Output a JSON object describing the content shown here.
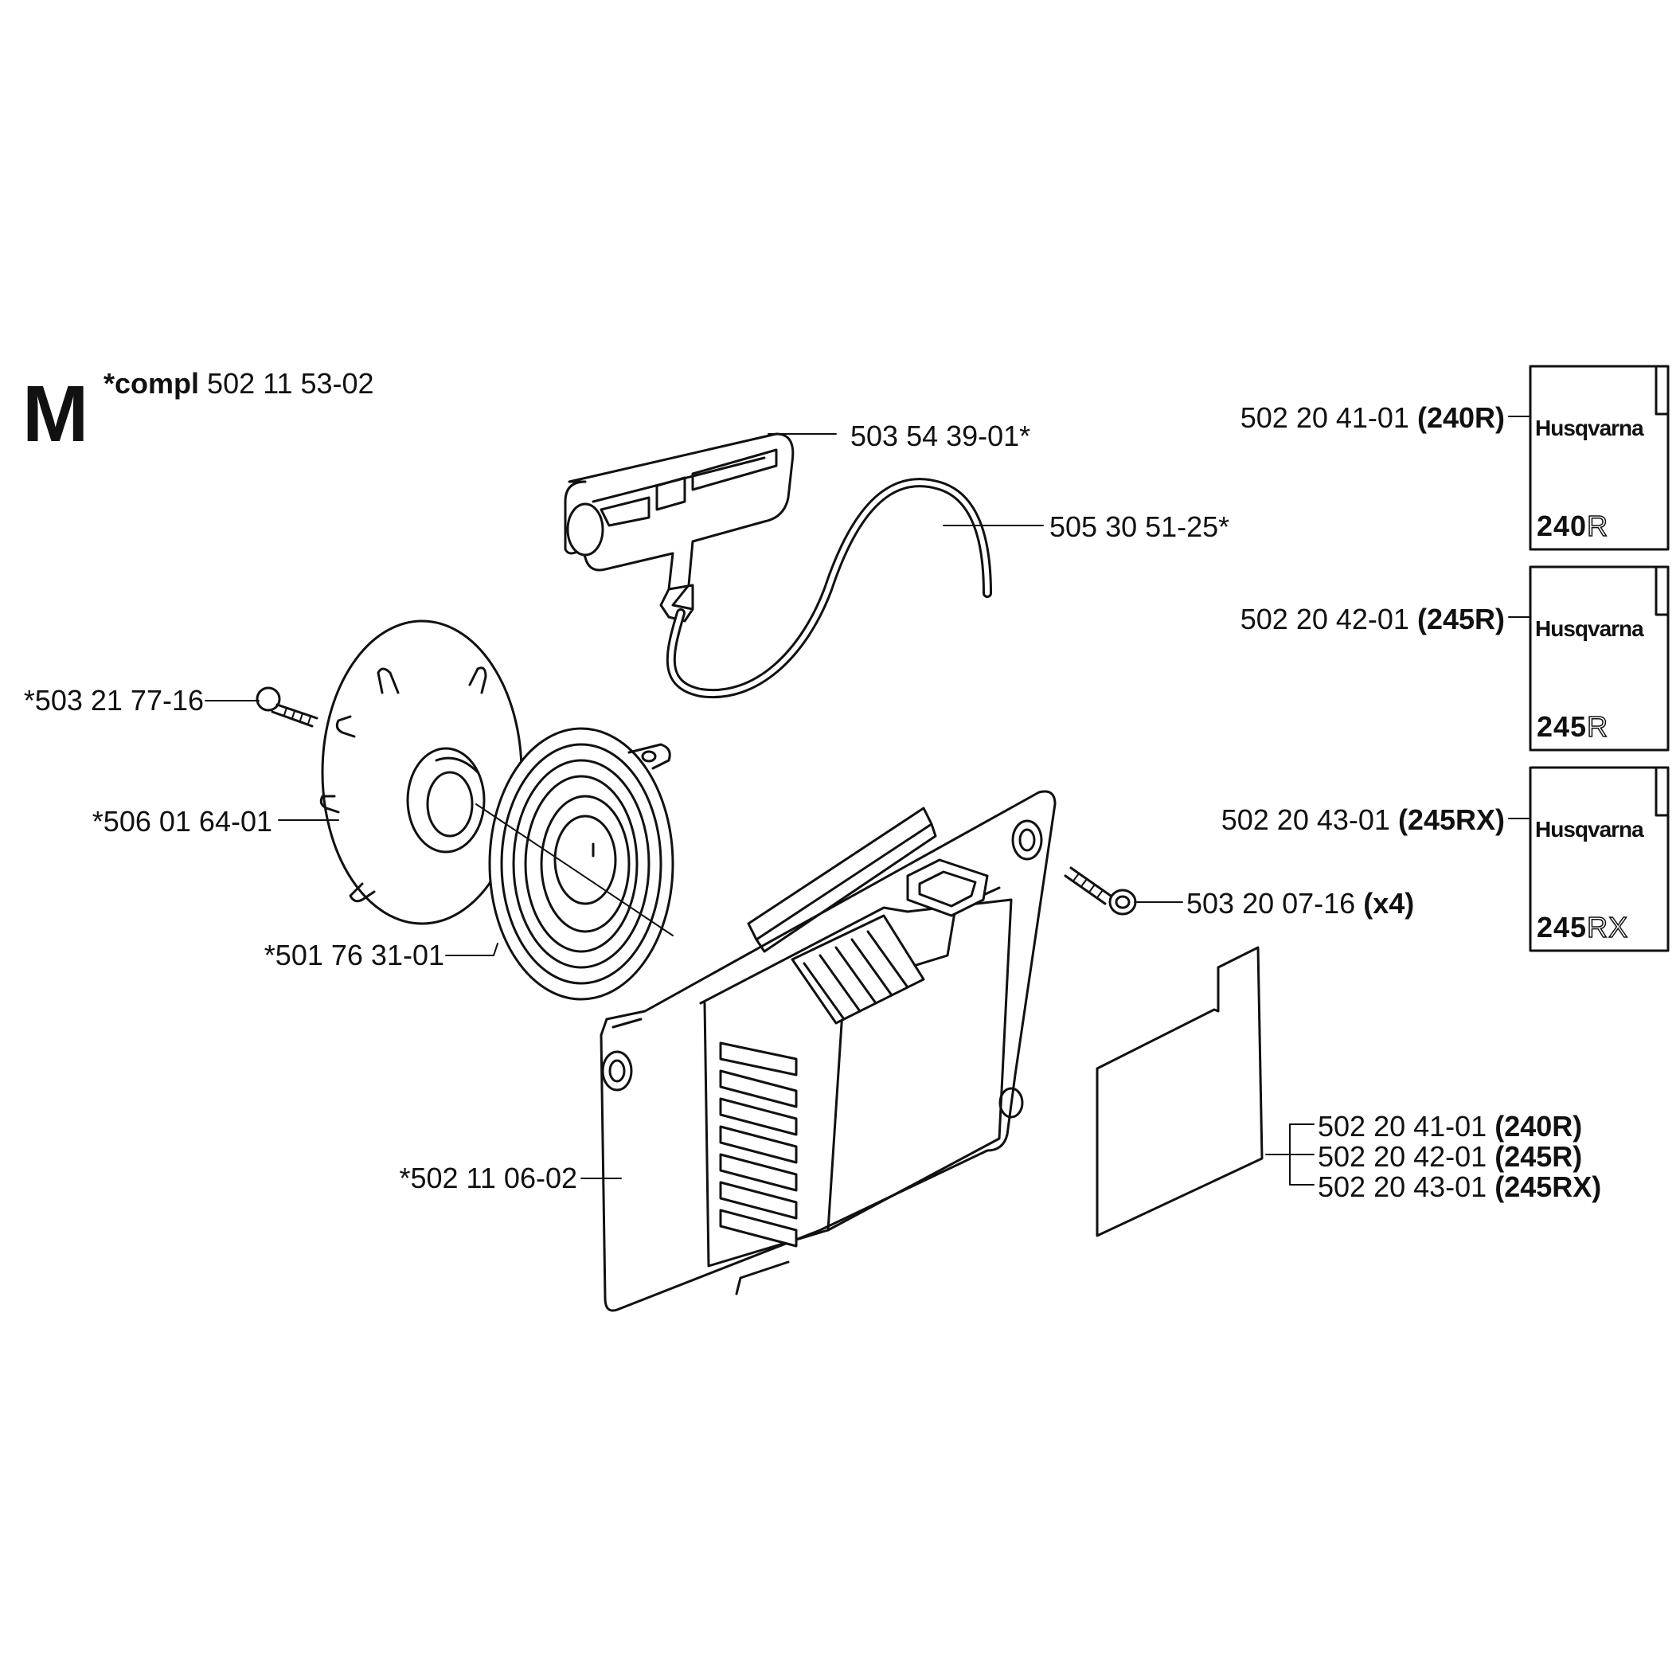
{
  "section": {
    "letter": "M",
    "compl_label": "*compl",
    "compl_number": "502 11 53-02"
  },
  "callouts": {
    "handle": "503 54 39-01*",
    "rope": "505 30 51-25*",
    "screw_small": "*503 21 77-16",
    "pulley": "*506 01 64-01",
    "spring": "*501 76 31-01",
    "housing": "*502 11 06-02",
    "screw_housing": "503 20 07-16",
    "screw_housing_qty": "(x4)"
  },
  "decals": [
    {
      "number": "502 20 41-01",
      "model": "(240R)",
      "brand": "Husqvarna",
      "model_num": "240",
      "model_suf": "R"
    },
    {
      "number": "502 20 42-01",
      "model": "(245R)",
      "brand": "Husqvarna",
      "model_num": "245",
      "model_suf": "R"
    },
    {
      "number": "502 20 43-01",
      "model": "(245RX)",
      "brand": "Husqvarna",
      "model_num": "245",
      "model_suf": "RX"
    }
  ],
  "plate_list": [
    {
      "number": "502 20 41-01",
      "model": "(240R)"
    },
    {
      "number": "502 20 42-01",
      "model": "(245R)"
    },
    {
      "number": "502 20 43-01",
      "model": "(245RX)"
    }
  ]
}
